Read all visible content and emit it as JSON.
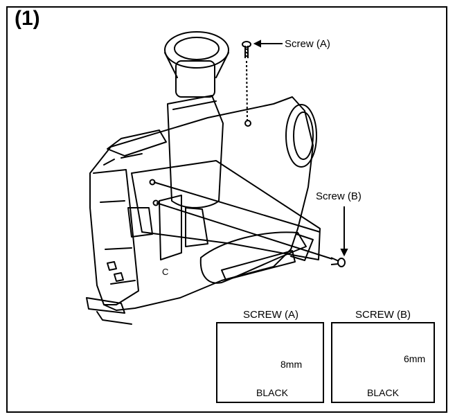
{
  "step_label": "(1)",
  "callouts": {
    "screw_a": "Screw (A)",
    "screw_b": "Screw (B)"
  },
  "body_marking": "C",
  "specs": [
    {
      "title": "SCREW (A)",
      "length": "8mm",
      "color": "BLACK"
    },
    {
      "title": "SCREW (B)",
      "length": "6mm",
      "color": "BLACK"
    }
  ]
}
